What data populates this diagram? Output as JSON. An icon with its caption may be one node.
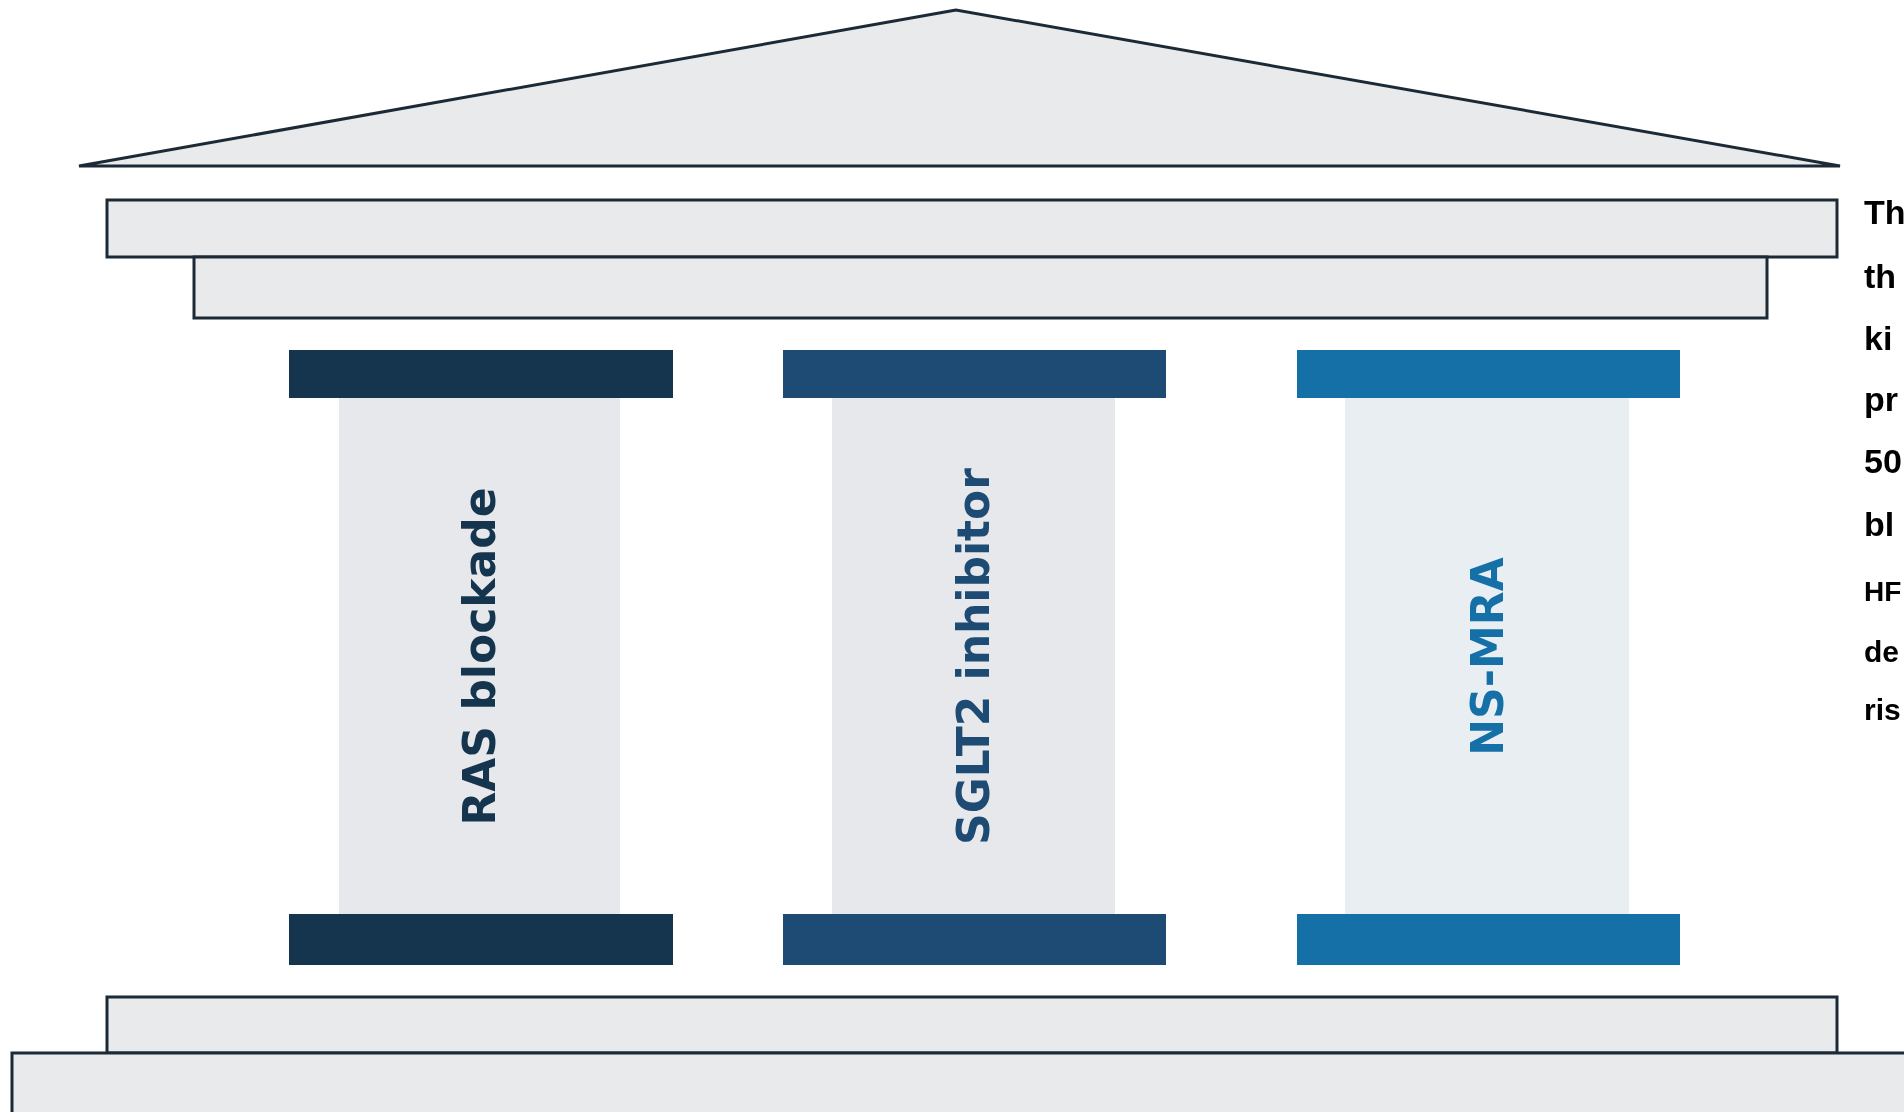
{
  "diagram": {
    "nodes": [
      {
        "text": [],
        "shape": "bar"
      },
      {
        "text": [],
        "shape": "bar"
      },
      {
        "text": [],
        "shape": "bar"
      },
      {
        "text": [
          "RAS blockade"
        ]
      },
      {
        "text": [
          "SGLT2 inhibitor"
        ]
      },
      {
        "text": [
          "NS-MRA"
        ]
      },
      {
        "text": [],
        "shape": "bar"
      },
      {
        "text": [],
        "shape": "bar"
      },
      {
        "text": [],
        "shape": "bar"
      }
    ],
    "labels": [
      "Th",
      "th",
      "ki",
      "pr",
      "50",
      "bl",
      "HF",
      "de",
      "ris"
    ]
  }
}
